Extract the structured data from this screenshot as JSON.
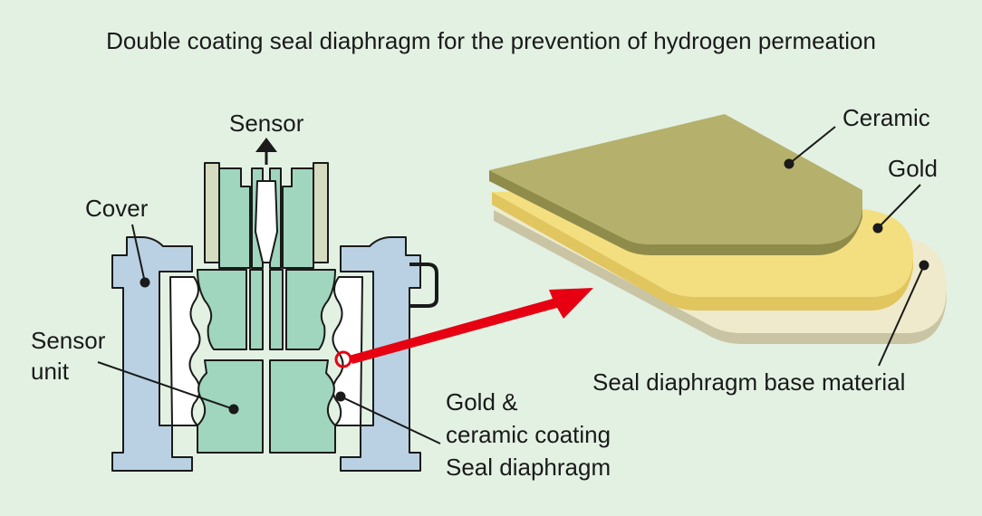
{
  "title": "Double coating seal diaphragm for the prevention of hydrogen permeation",
  "labels": {
    "sensor": "Sensor",
    "cover": "Cover",
    "sensor_unit_line1": "Sensor",
    "sensor_unit_line2": "unit",
    "gold_ceramic_line1": "Gold &",
    "gold_ceramic_line2": "ceramic coating",
    "gold_ceramic_line3": "Seal diaphragm",
    "ceramic": "Ceramic",
    "gold": "Gold",
    "base_material": "Seal diaphragm base material"
  },
  "colors": {
    "background": "#e3f1e3",
    "cover": "#b9d1e2",
    "sensor_body": "#9fd6bd",
    "ceramic_layer": "#b5b16c",
    "gold_layer": "#f3df80",
    "base_layer": "#eeeacb",
    "arrow": "#e60012",
    "highlight_circle": "#e60012"
  },
  "icons": {
    "sensor_arrow": "up-arrow-icon",
    "callout_arrow": "red-arrow-icon"
  }
}
